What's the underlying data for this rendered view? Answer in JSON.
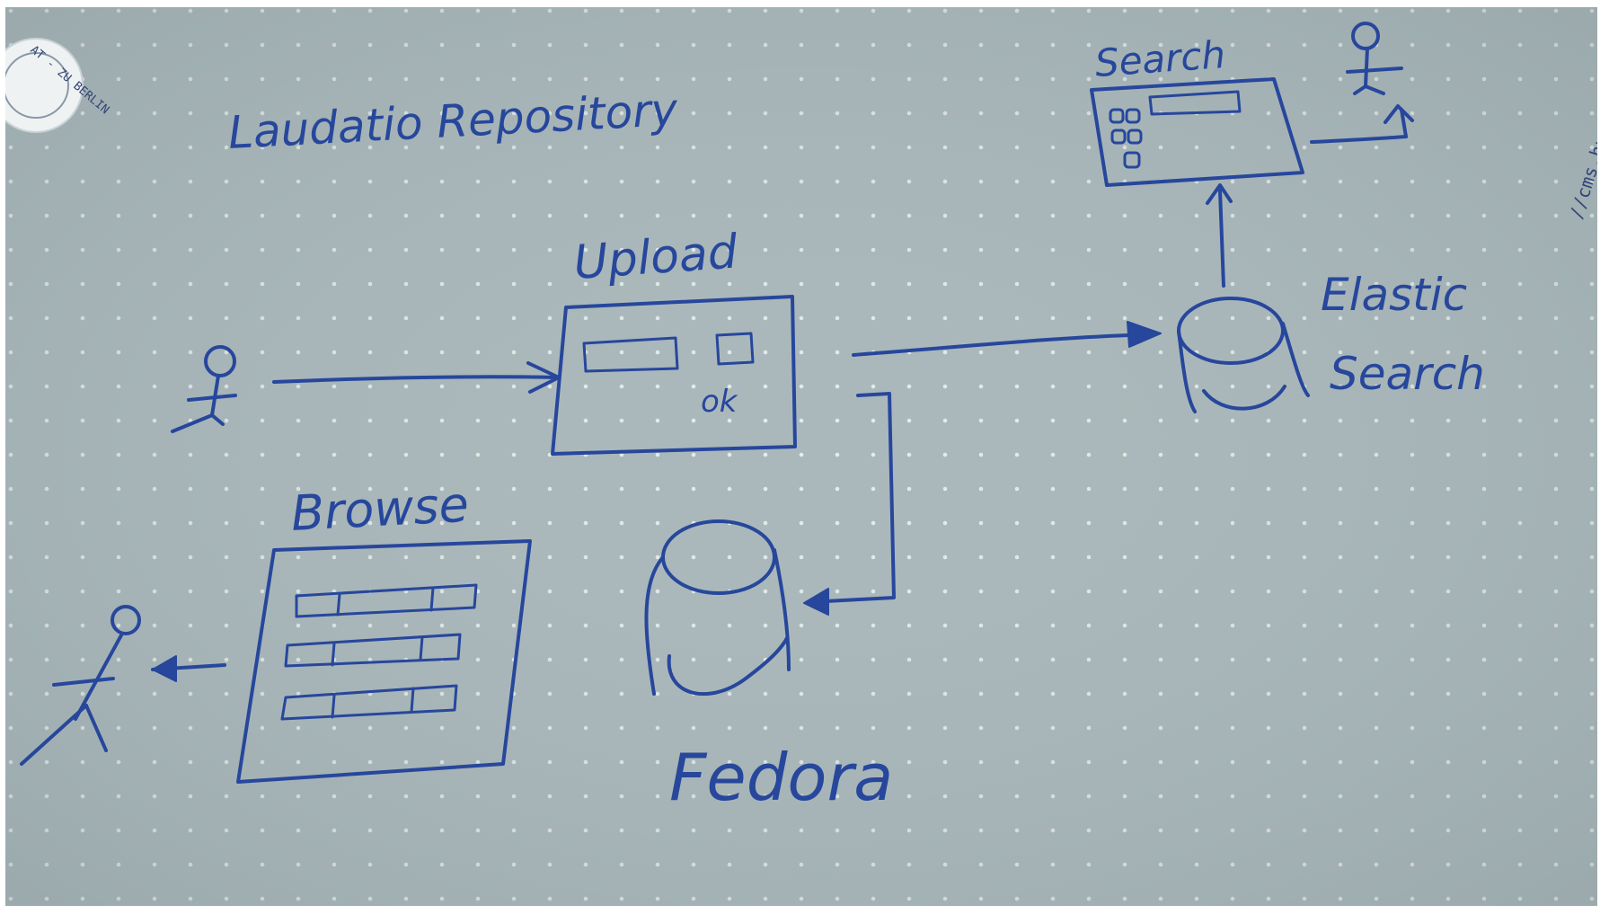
{
  "diagram": {
    "title": "Laudatio Repository",
    "nodes": {
      "upload": {
        "label": "Upload",
        "button_label": "ok"
      },
      "elastic_search": {
        "label": "Elastic Search"
      },
      "search": {
        "label": "Search"
      },
      "browse": {
        "label": "Browse"
      },
      "fedora": {
        "label": "Fedora"
      }
    },
    "edges": [
      {
        "from": "user",
        "to": "upload"
      },
      {
        "from": "upload",
        "to": "elastic_search"
      },
      {
        "from": "upload",
        "to": "fedora"
      },
      {
        "from": "elastic_search",
        "to": "search"
      },
      {
        "from": "search",
        "to": "user"
      },
      {
        "from": "browse",
        "to": "user"
      }
    ]
  },
  "page": {
    "margin_url": "//cms.hu-berlin.d",
    "stamp_text": "AT - ZU BERLIN"
  },
  "colors": {
    "ink": "#27479c",
    "paper": "#aab8bb",
    "paper_dot": "#e5ecec"
  }
}
